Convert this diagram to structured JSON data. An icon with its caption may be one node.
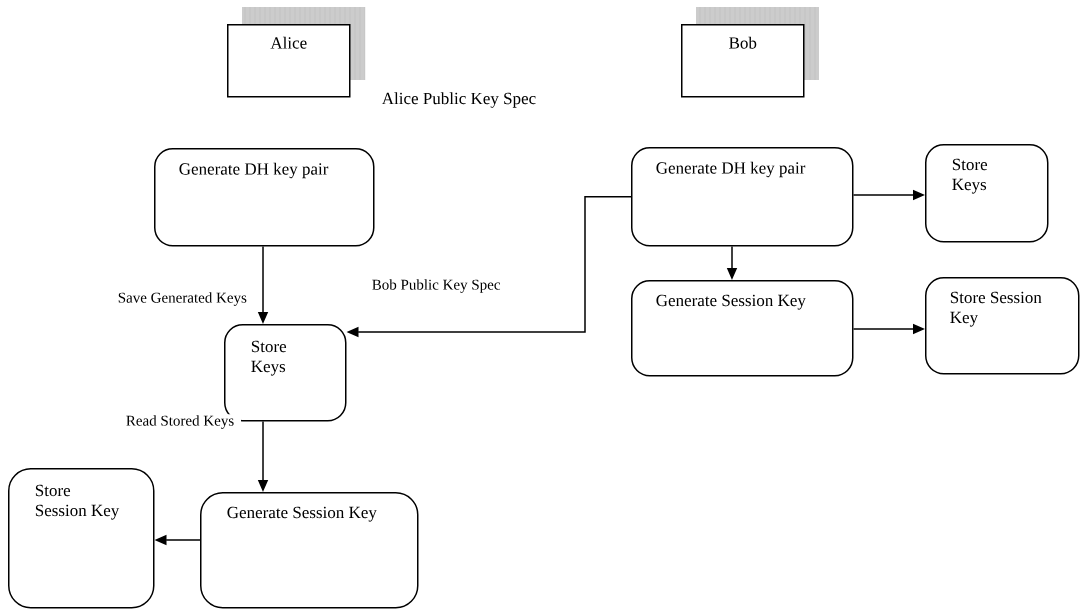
{
  "diagram": {
    "nodes": [
      {
        "text": [
          "Alice"
        ]
      },
      {
        "text": [
          "Bob"
        ]
      },
      {
        "text": [
          "Generate DH key pair"
        ]
      },
      {
        "text": [
          "Store Keys"
        ]
      },
      {
        "text": [
          "Generate Session Key"
        ]
      },
      {
        "text": [
          "Store Session Key"
        ]
      },
      {
        "text": [
          "Generate DH key pair"
        ]
      },
      {
        "text": [
          "Store Keys"
        ]
      },
      {
        "text": [
          "Generate Session Key"
        ]
      },
      {
        "text": [
          "Store Session Key"
        ]
      }
    ],
    "edges": [
      {
        "from": 2,
        "to": 3,
        "arrow": "to",
        "label": "Save Generated Keys"
      },
      {
        "from": 6,
        "to": 3,
        "arrow": "to",
        "label": "Bob Public Key Spec"
      },
      {
        "from": 3,
        "to": 4,
        "arrow": "to",
        "label": "Read Stored Keys"
      },
      {
        "from": 4,
        "to": 5,
        "arrow": "to"
      },
      {
        "from": 6,
        "to": 7,
        "arrow": "to"
      },
      {
        "from": 6,
        "to": 8,
        "arrow": "to"
      },
      {
        "from": 8,
        "to": 9,
        "arrow": "to"
      }
    ],
    "labels": [
      "Alice Public Key Spec"
    ]
  }
}
